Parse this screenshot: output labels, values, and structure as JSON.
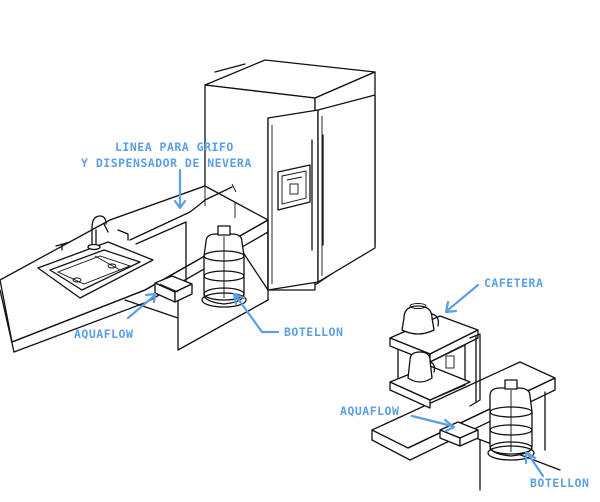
{
  "labels": {
    "linea_line1": "LINEA PARA GRIFO",
    "linea_line2": "Y DISPENSADOR DE NEVERA",
    "aquaflow_kitchen": "AQUAFLOW",
    "botellon_kitchen": "BOTELLON",
    "cafetera": "CAFETERA",
    "aquaflow_coffee": "AQUAFLOW",
    "botellon_coffee": "BOTELLON"
  },
  "colors": {
    "line_art": "#111111",
    "callout": "#5b9fe6",
    "background": "#ffffff"
  }
}
